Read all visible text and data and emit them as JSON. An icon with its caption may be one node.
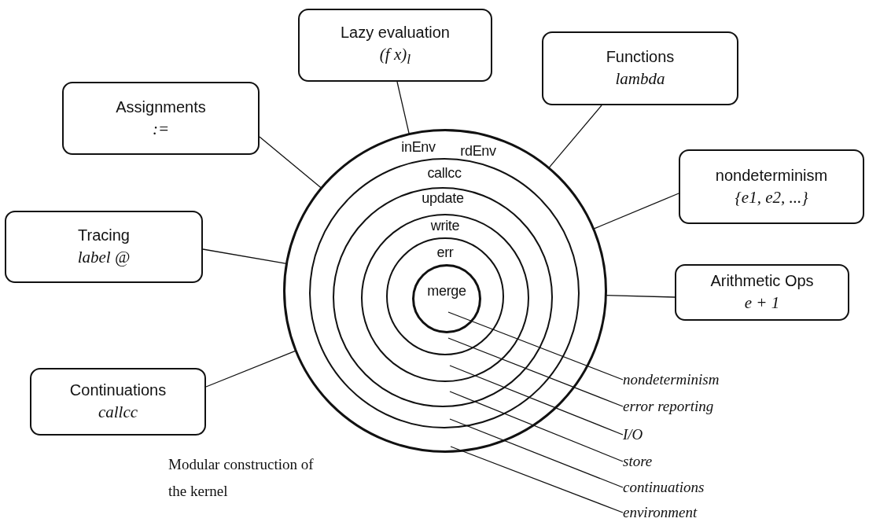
{
  "diagram": {
    "caption": "Modular construction of the kernel",
    "nodes": [
      {
        "text": [
          "Lazy evaluation",
          "(f x)$_{l}$"
        ]
      },
      {
        "text": [
          "Functions",
          "lambda"
        ]
      },
      {
        "text": [
          "Assignments",
          ":="
        ]
      },
      {
        "text": [
          "nondeterminism",
          "{e1, e2, ...}"
        ]
      },
      {
        "text": [
          "Tracing",
          "label @"
        ]
      },
      {
        "text": [
          "Arithmetic Ops",
          "e + 1"
        ]
      },
      {
        "text": [
          "Continuations",
          "callcc"
        ]
      },
      {
        "text": [
          "inEnv",
          "rdEnv"
        ]
      },
      {
        "text": [
          "callcc"
        ],
        "in": 7
      },
      {
        "text": [
          "update"
        ],
        "in": 8
      },
      {
        "text": [
          "write"
        ],
        "in": 9
      },
      {
        "text": [
          "err"
        ],
        "in": 10
      },
      {
        "text": [
          "merge"
        ],
        "in": 11
      },
      {
        "text": [
          "nondeterminism"
        ]
      },
      {
        "text": [
          "error reporting"
        ]
      },
      {
        "text": [
          "I/O"
        ]
      },
      {
        "text": [
          "store"
        ]
      },
      {
        "text": [
          "continuations"
        ]
      },
      {
        "text": [
          "environment"
        ]
      }
    ],
    "edges": [
      {
        "from": 0,
        "to": 7,
        "arrow": "none"
      },
      {
        "from": 1,
        "to": 7,
        "arrow": "none"
      },
      {
        "from": 2,
        "to": 7,
        "arrow": "none"
      },
      {
        "from": 3,
        "to": 7,
        "arrow": "none"
      },
      {
        "from": 4,
        "to": 7,
        "arrow": "none"
      },
      {
        "from": 5,
        "to": 7,
        "arrow": "none"
      },
      {
        "from": 6,
        "to": 7,
        "arrow": "none"
      },
      {
        "from": 13,
        "to": 12,
        "arrow": "none"
      },
      {
        "from": 14,
        "to": 11,
        "arrow": "none"
      },
      {
        "from": 15,
        "to": 10,
        "arrow": "none"
      },
      {
        "from": 16,
        "to": 9,
        "arrow": "none"
      },
      {
        "from": 17,
        "to": 8,
        "arrow": "none"
      },
      {
        "from": 18,
        "to": 7,
        "arrow": "none"
      }
    ]
  }
}
